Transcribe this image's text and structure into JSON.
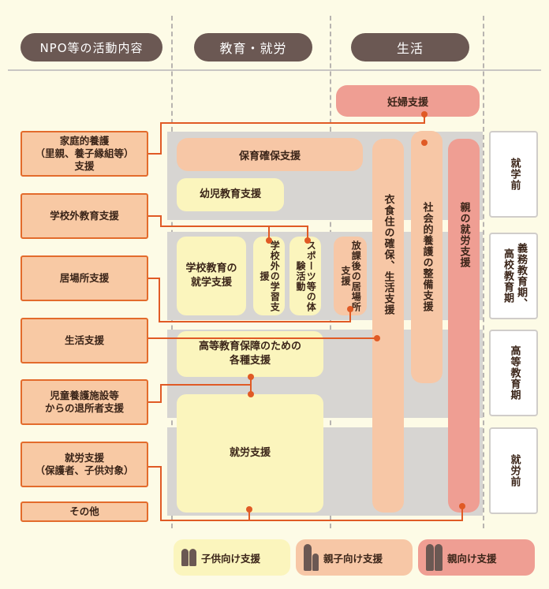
{
  "header": {
    "activities": "NPO等の活動内容",
    "education": "教育・就労",
    "life": "生活"
  },
  "left_items": [
    {
      "line1": "家庭的養護",
      "line2": "（里親、養子縁組等）",
      "line3": "支援"
    },
    {
      "line1": "学校外教育支援"
    },
    {
      "line1": "居場所支援"
    },
    {
      "line1": "生活支援"
    },
    {
      "line1": "児童養護施設等",
      "line2": "からの退所者支援"
    },
    {
      "line1": "就労支援",
      "line2": "（保護者、子供対象）"
    },
    {
      "line1": "その他"
    }
  ],
  "supports": {
    "pregnancy": "妊婦支援",
    "childcare": "保育確保支援",
    "early_edu": "幼児教育支援",
    "school_edu_l1": "学校教育の",
    "school_edu_l2": "就学支援",
    "outside_study": "学校外の学習支援",
    "sports": "スポーツ等の体験活動",
    "after_school": "放課後の居場所支援",
    "clothing": "衣食住の確保、生活支援",
    "social_care": "社会的養護の整備支援",
    "parent_work": "親の就労支援",
    "higher_edu_l1": "高等教育保障のための",
    "higher_edu_l2": "各種支援",
    "employment": "就労支援"
  },
  "phases": {
    "preschool": "就学前",
    "compulsory_l1": "義務教育期、",
    "compulsory_l2": "高校教育期",
    "higher": "高等教育期",
    "working": "就労前"
  },
  "legend": {
    "child": "子供向け支援",
    "parent_child": "親子向け支援",
    "parent": "親向け支援"
  },
  "colors": {
    "line": "#e05a25",
    "left_box": "#f8c9a4",
    "yellow": "#fbf5bd",
    "peach": "#f7c7a6",
    "pink": "#ef9e93",
    "header_pill": "#6b5853"
  }
}
